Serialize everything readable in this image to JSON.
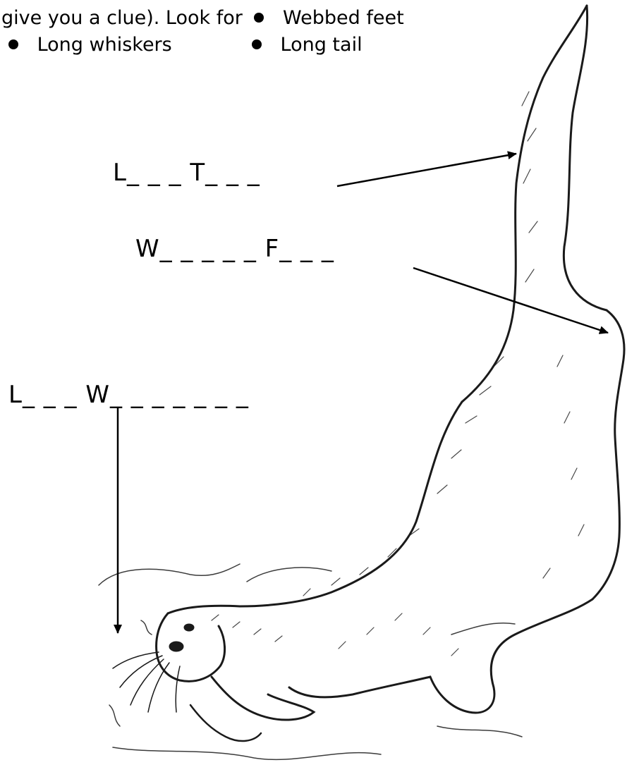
{
  "worksheet": {
    "intro_text": "give you a clue). Look for",
    "bullets": {
      "webbed_feet": "Webbed feet",
      "long_whiskers": "Long whiskers",
      "long_tail": "Long tail"
    },
    "labels": {
      "long_tail": "L_ _ _  T_ _ _",
      "webbed_feet": "W_ _ _ _ _  F_ _ _",
      "long_whiskers": "L_ _ _  W_ _ _ _ _ _ _"
    },
    "illustration": {
      "subject": "otter",
      "ink_color": "#1a1a1a",
      "text_color": "#000000"
    }
  }
}
